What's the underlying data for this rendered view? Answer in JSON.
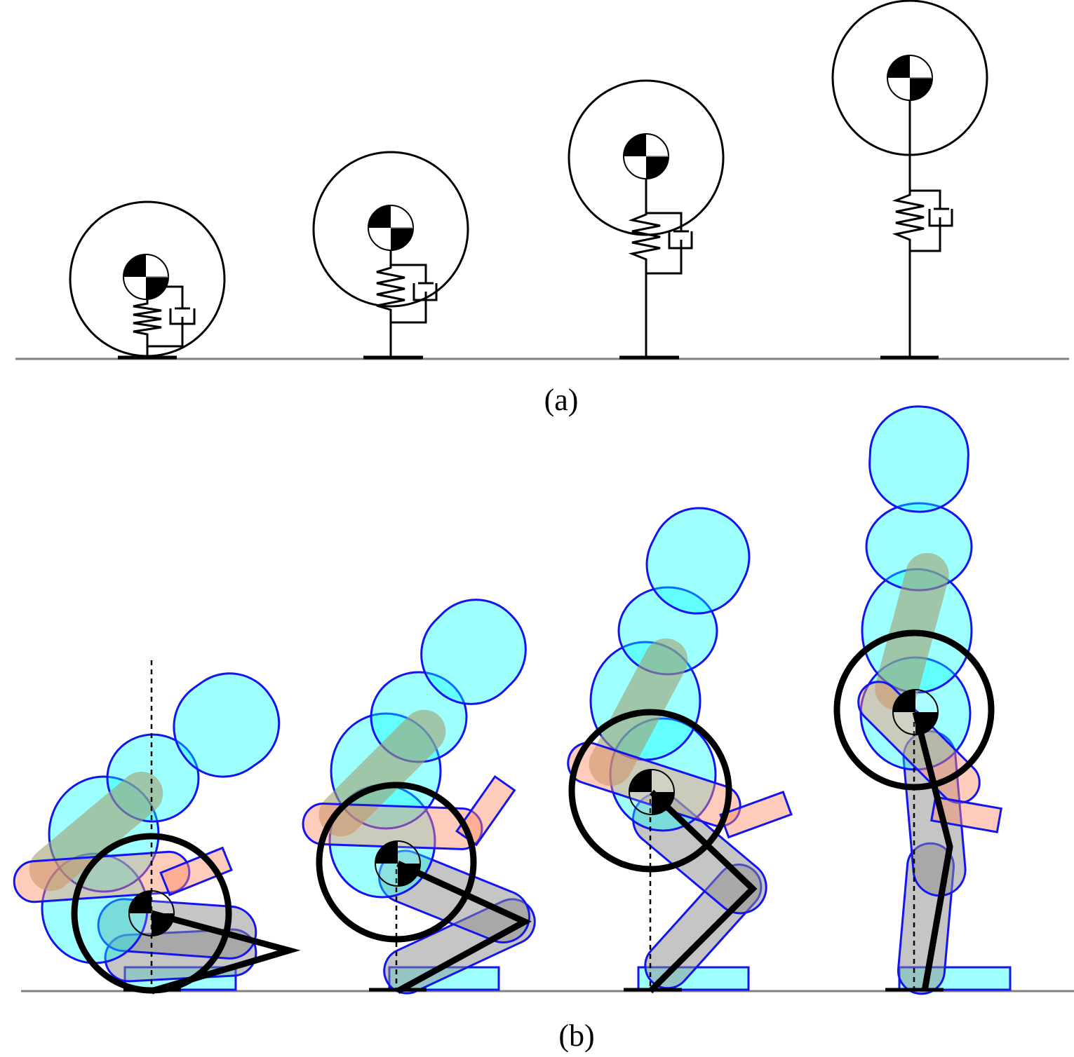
{
  "figure": {
    "label_a": "(a)",
    "label_b": "(b)",
    "panel_a": {
      "frames": 4,
      "elements": [
        "mass-circle",
        "com-marker",
        "spring",
        "damper",
        "foot"
      ]
    },
    "panel_b": {
      "frames": 4,
      "colors": {
        "segment_fill": "#00ffff",
        "segment_stroke": "#1414f0",
        "arm_fill": "#ff8c66",
        "leg_fill": "#8c8c8c",
        "ground": "#808080"
      }
    }
  }
}
